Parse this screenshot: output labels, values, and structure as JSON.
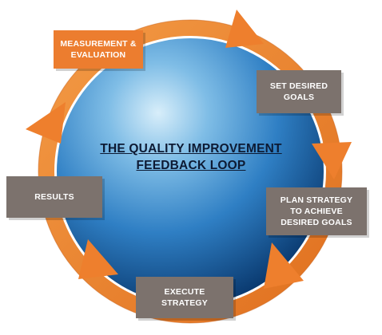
{
  "diagram": {
    "title": "THE QUALITY IMPROVEMENT\nFEEDBACK LOOP",
    "steps": [
      {
        "id": "measure",
        "label": "MEASUREMENT &\nEVALUATION",
        "color": "#ec7d2f"
      },
      {
        "id": "set_goals",
        "label": "SET DESIRED\nGOALS",
        "color": "#7c726d"
      },
      {
        "id": "plan",
        "label": "PLAN STRATEGY\nTO ACHIEVE\nDESIRED GOALS",
        "color": "#7c726d"
      },
      {
        "id": "execute",
        "label": "EXECUTE\nSTRATEGY",
        "color": "#7c726d"
      },
      {
        "id": "results",
        "label": "RESULTS",
        "color": "#7c726d"
      }
    ],
    "colors": {
      "ring": "#f08b35",
      "ring_dark": "#c8621c",
      "sphere_light": "#c8e6f8",
      "sphere_mid": "#3a8fd0",
      "sphere_dark": "#0b3f78"
    }
  }
}
